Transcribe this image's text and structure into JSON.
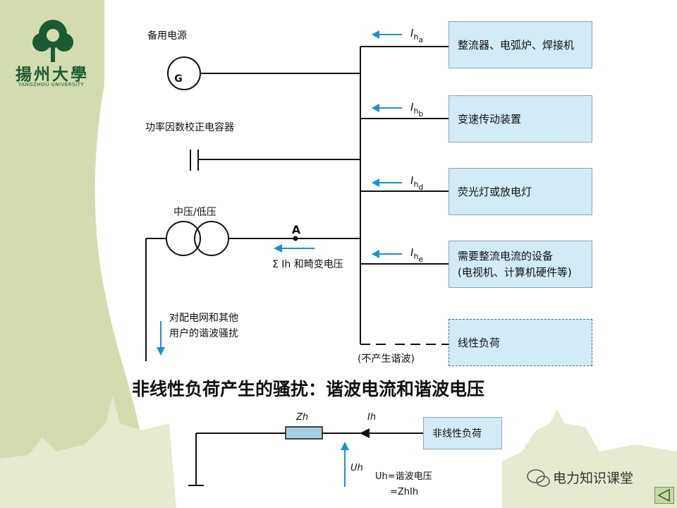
{
  "logo": {
    "name": "揚州大學",
    "subtitle": "YANGZHOU UNIVERSITY"
  },
  "diagram": {
    "backup_power_label": "备用电源",
    "generator_label": "G",
    "capacitor_label": "功率因数校正电容器",
    "transformer_label": "中压/低压",
    "node_label": "A",
    "sum_label": "Σ Ih 和畸变电压",
    "disturbance_label_line1": "对配电网和其他",
    "disturbance_label_line2": "用户的谐波骚扰",
    "no_harmonic_label": "(不产生谐波)",
    "loads": [
      {
        "current": "I",
        "sub": "h",
        "subsub": "a",
        "label": "整流器、电弧炉、焊接机"
      },
      {
        "current": "I",
        "sub": "h",
        "subsub": "b",
        "label": "变速传动装置"
      },
      {
        "current": "I",
        "sub": "h",
        "subsub": "d",
        "label": "荧光灯或放电灯"
      },
      {
        "current": "I",
        "sub": "h",
        "subsub": "e",
        "label_line1": "需要整流电流的设备",
        "label_line2": "(电视机、计算机硬件等)"
      },
      {
        "label": "线性负荷"
      }
    ]
  },
  "title": "非线性负荷产生的骚扰：谐波电流和谐波电压",
  "equivalent": {
    "impedance_label": "Zh",
    "current_label": "Ih",
    "load_label": "非线性负荷",
    "voltage_label": "Uh",
    "eq_line1": "Uh=谐波电压",
    "eq_line2": "=ZhIh"
  },
  "watermark": "电力知识课堂",
  "colors": {
    "sidebar": "#d3dcae",
    "box_fill": "#d2ebf6",
    "arrow": "#1f8fd0",
    "logo_green": "#1b5a33"
  }
}
